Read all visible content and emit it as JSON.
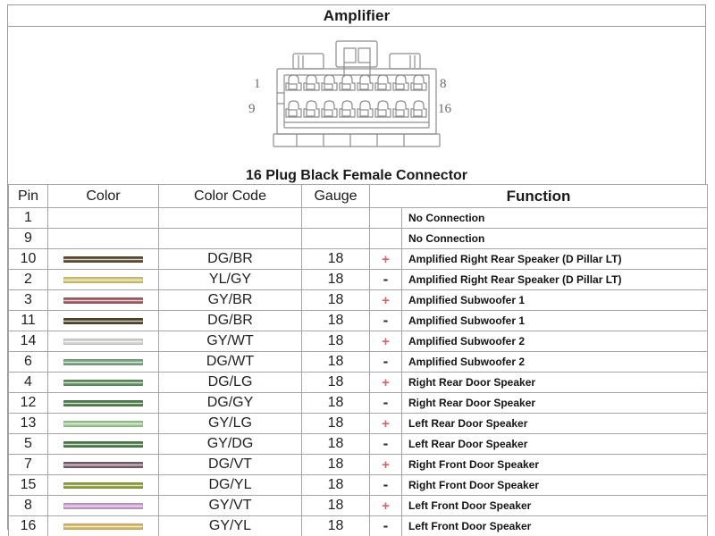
{
  "header": {
    "title": "Amplifier"
  },
  "diagram": {
    "name": "16-pin-connector-diagram",
    "pin_labels": {
      "top_left": "1",
      "top_right": "8",
      "bottom_left": "9",
      "bottom_right": "16"
    }
  },
  "subtitle": "16 Plug Black Female Connector",
  "table": {
    "columns": [
      "Pin",
      "Color",
      "Color Code",
      "Gauge",
      "",
      "Function"
    ],
    "headers": {
      "pin": "Pin",
      "color": "Color",
      "color_code": "Color Code",
      "gauge": "Gauge",
      "polarity": "",
      "function": "Function"
    },
    "rows": [
      {
        "pin": "1",
        "swatch": "",
        "code": "",
        "gauge": "",
        "polarity": "",
        "function": "No Connection"
      },
      {
        "pin": "9",
        "swatch": "",
        "code": "",
        "gauge": "",
        "polarity": "",
        "function": "No Connection"
      },
      {
        "pin": "10",
        "swatch": "#5a4a32",
        "code": "DG/BR",
        "gauge": "18",
        "polarity": "+",
        "function": "Amplified Right Rear Speaker (D Pillar LT)"
      },
      {
        "pin": "2",
        "swatch": "#cfc474",
        "code": "YL/GY",
        "gauge": "18",
        "polarity": "-",
        "function": "Amplified Right Rear Speaker (D Pillar LT)"
      },
      {
        "pin": "3",
        "swatch": "#9b5b63",
        "code": "GY/BR",
        "gauge": "18",
        "polarity": "+",
        "function": "Amplified Subwoofer 1"
      },
      {
        "pin": "11",
        "swatch": "#4e432c",
        "code": "DG/BR",
        "gauge": "18",
        "polarity": "-",
        "function": "Amplified Subwoofer 1"
      },
      {
        "pin": "14",
        "swatch": "#cfd0ce",
        "code": "GY/WT",
        "gauge": "18",
        "polarity": "+",
        "function": "Amplified Subwoofer 2"
      },
      {
        "pin": "6",
        "swatch": "#79a07e",
        "code": "DG/WT",
        "gauge": "18",
        "polarity": "-",
        "function": "Amplified Subwoofer 2"
      },
      {
        "pin": "4",
        "swatch": "#5e8c5c",
        "code": "DG/LG",
        "gauge": "18",
        "polarity": "+",
        "function": "Right Rear Door Speaker"
      },
      {
        "pin": "12",
        "swatch": "#4f7b4a",
        "code": "DG/GY",
        "gauge": "18",
        "polarity": "-",
        "function": "Right Rear Door Speaker"
      },
      {
        "pin": "13",
        "swatch": "#9ac48f",
        "code": "GY/LG",
        "gauge": "18",
        "polarity": "+",
        "function": "Left Rear Door Speaker"
      },
      {
        "pin": "5",
        "swatch": "#4a7a49",
        "code": "GY/DG",
        "gauge": "18",
        "polarity": "-",
        "function": "Left Rear Door Speaker"
      },
      {
        "pin": "7",
        "swatch": "#7d5f70",
        "code": "DG/VT",
        "gauge": "18",
        "polarity": "+",
        "function": "Right Front  Door Speaker"
      },
      {
        "pin": "15",
        "swatch": "#8b9b3f",
        "code": "DG/YL",
        "gauge": "18",
        "polarity": "-",
        "function": "Right Front  Door Speaker"
      },
      {
        "pin": "8",
        "swatch": "#c69ccc",
        "code": "GY/VT",
        "gauge": "18",
        "polarity": "+",
        "function": "Left Front  Door Speaker"
      },
      {
        "pin": "16",
        "swatch": "#cfb464",
        "code": "GY/YL",
        "gauge": "18",
        "polarity": "-",
        "function": "Left Front  Door Speaker"
      }
    ]
  },
  "colors": {
    "border": "#a5a5a5",
    "text": "#1a1a1a",
    "plus": "#d9636b",
    "minus": "#2b2b2b"
  }
}
